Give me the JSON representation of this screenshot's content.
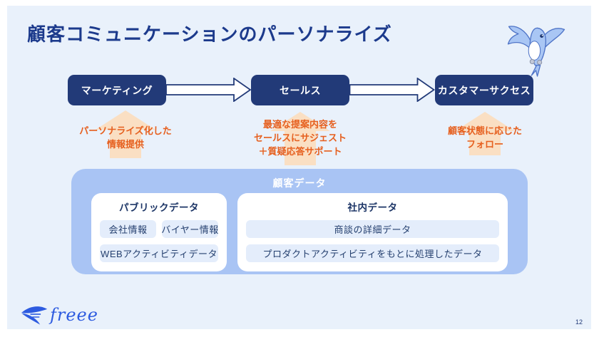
{
  "slide": {
    "title": "顧客コミュニケーションのパーソナライズ",
    "page_number": "12"
  },
  "flow": {
    "stages": [
      "マーケティング",
      "セールス",
      "カスタマーサクセス"
    ],
    "benefits": [
      "パーソナライズ化した\n情報提供",
      "最適な提案内容を\nセールスにサジェスト\n＋質疑応答サポート",
      "顧客状態に応じた\nフォロー"
    ]
  },
  "customer_data": {
    "label": "顧客データ",
    "public": {
      "title": "パブリックデータ",
      "items": [
        "会社情報",
        "バイヤー情報",
        "WEBアクティビティデータ"
      ]
    },
    "internal": {
      "title": "社内データ",
      "items": [
        "商談の詳細データ",
        "プロダクトアクティビティをもとに処理したデータ"
      ]
    }
  },
  "footer": {
    "brand": "freee"
  },
  "icons": {
    "mascot": "freee-bird-mascot",
    "logo": "swallow-logo-icon",
    "flow_arrow": "right-block-arrow-icon",
    "benefit_arrow": "up-block-arrow-icon"
  },
  "colors": {
    "slide_bg": "#e9f1fb",
    "accent_navy": "#223a78",
    "accent_orange": "#e65f1e",
    "arrow_peach": "#fadfc3",
    "panel_blue": "#a9c4f4",
    "chip_blue": "#e4edfb",
    "brand_blue": "#2d5be0"
  }
}
